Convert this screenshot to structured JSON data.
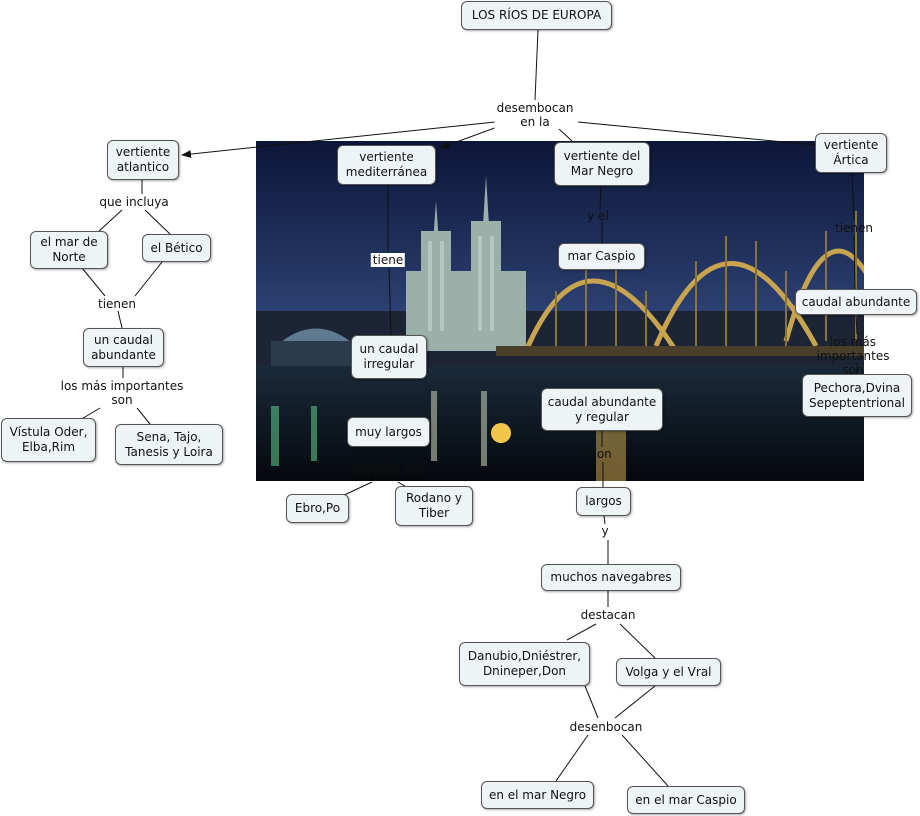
{
  "title": "LOS RÍOS DE EUROPA",
  "nodes": {
    "atlantico": "vertiente\natlantico",
    "mediterranea": "vertiente\nmediterránea",
    "negro": "vertiente del\nMar Negro",
    "artica": "vertiente\nÁrtica",
    "mar_norte": "el mar de\nNorte",
    "betico": "el Bético",
    "caudal_abundante_atl": "un caudal\nabundante",
    "vistula": "Vístula Oder,\nElba,Rim",
    "sena": "Sena, Tajo,\nTanesis y Loira",
    "caudal_irregular": "un caudal\nirregular",
    "muy_largos": "muy largos",
    "ebro": "Ebro,Po",
    "rodano": "Rodano y\nTiber",
    "caspio": "mar Caspio",
    "caudal_regular": "caudal abundante\ny regular",
    "largos": "largos",
    "navegables": "muchos navegabres",
    "danubio": "Danubio,Dniéstrer,\nDnineper,Don",
    "volga": "Volga y el Vral",
    "mar_negro": "en el mar Negro",
    "mar_caspio": "en el mar Caspio",
    "caudal_artica": "caudal abundante",
    "pechora": "Pechora,Dvina\nSepeptentrional"
  },
  "links": {
    "desembocan": "desembocan\nen la",
    "que_incluya": "que incluya",
    "tienen": "tienen",
    "importantes": "los más importantes\nson",
    "tiene": "tiene",
    "algunos_son": "algunos son",
    "y_el": "y el",
    "con": "con",
    "y": "y",
    "destacan": "destacan",
    "desenbocan": "desenbocan",
    "tienen_artica": "tienen",
    "importantes_artica": "los más\nimportantes son"
  },
  "colors": {
    "node_fill": "#eef3f5",
    "node_border": "#555555",
    "line": "#1a1a1a",
    "photo_sky_top": "#0e1a3e",
    "photo_sky_bottom": "#3b4f86",
    "bridge": "#d9b45a"
  }
}
